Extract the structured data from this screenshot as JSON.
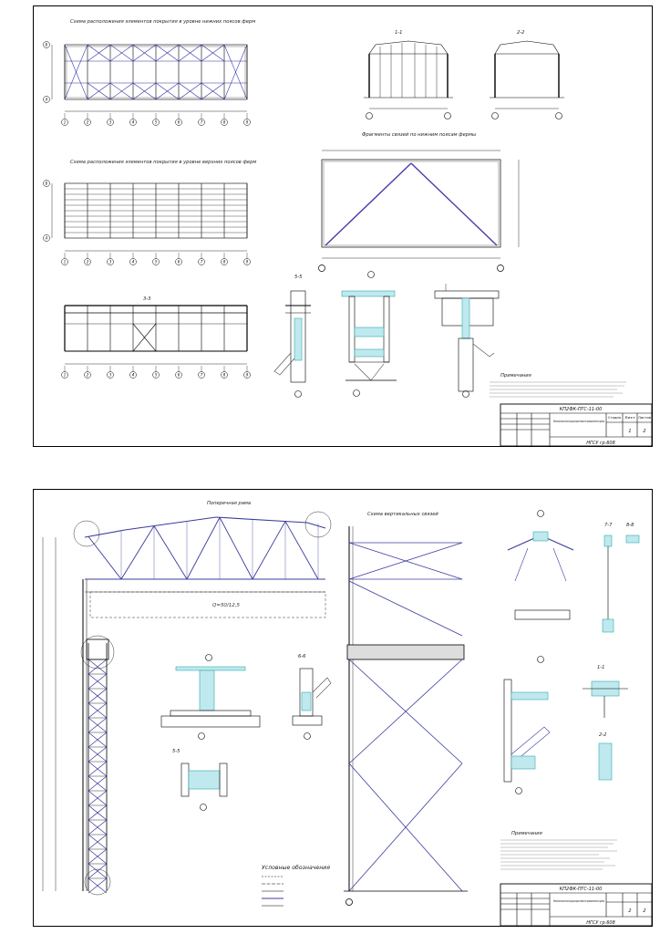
{
  "sheet1": {
    "titles": {
      "plan_lower": "Схема расположения элементов покрытия в уровне нижних поясов ферм",
      "plan_upper": "Схема расположения элементов покрытия в уровне верхних поясов ферм",
      "truss_braces": "Фрагменты связей по нижним поясам фермы",
      "section_3_3": "3-3",
      "section_1_1": "1-1",
      "section_2_2": "2-2",
      "section_5_5": "5-5"
    },
    "axes_numbers": [
      "1",
      "2",
      "3",
      "4",
      "5",
      "6",
      "7",
      "8",
      "9"
    ],
    "axes_letters": [
      "А",
      "Б"
    ],
    "notes_title": "Примечания",
    "code": "КП2ФК-ПГС-11-00",
    "title_block": {
      "description": "Металлические конструкции одноэтажного промышленного здания",
      "stage_label": "Стадия",
      "sheet_label": "Лист",
      "sheets_label": "Листов",
      "sheet_num": "1",
      "sheets_num": "2",
      "org": "НГСУ гр.608"
    }
  },
  "sheet2": {
    "titles": {
      "truss": "Поперечная рама",
      "vertical_braces": "Схема вертикальных связей",
      "legend": "Условные обозначения",
      "notes": "Примечания",
      "section_7_7": "7-7",
      "section_8_8": "8-8",
      "section_1_1": "1-1",
      "section_2_2": "2-2",
      "section_5_5": "5-5",
      "section_6_6": "6-6",
      "crane_note": "Q=50/12,5"
    },
    "code": "КП2ФК-ПГС-11-00",
    "title_block": {
      "description": "Металлические конструкции одноэтажного промышленного здания",
      "sheet_num": "2",
      "sheets_num": "2",
      "org": "НГСУ гр.608"
    }
  }
}
